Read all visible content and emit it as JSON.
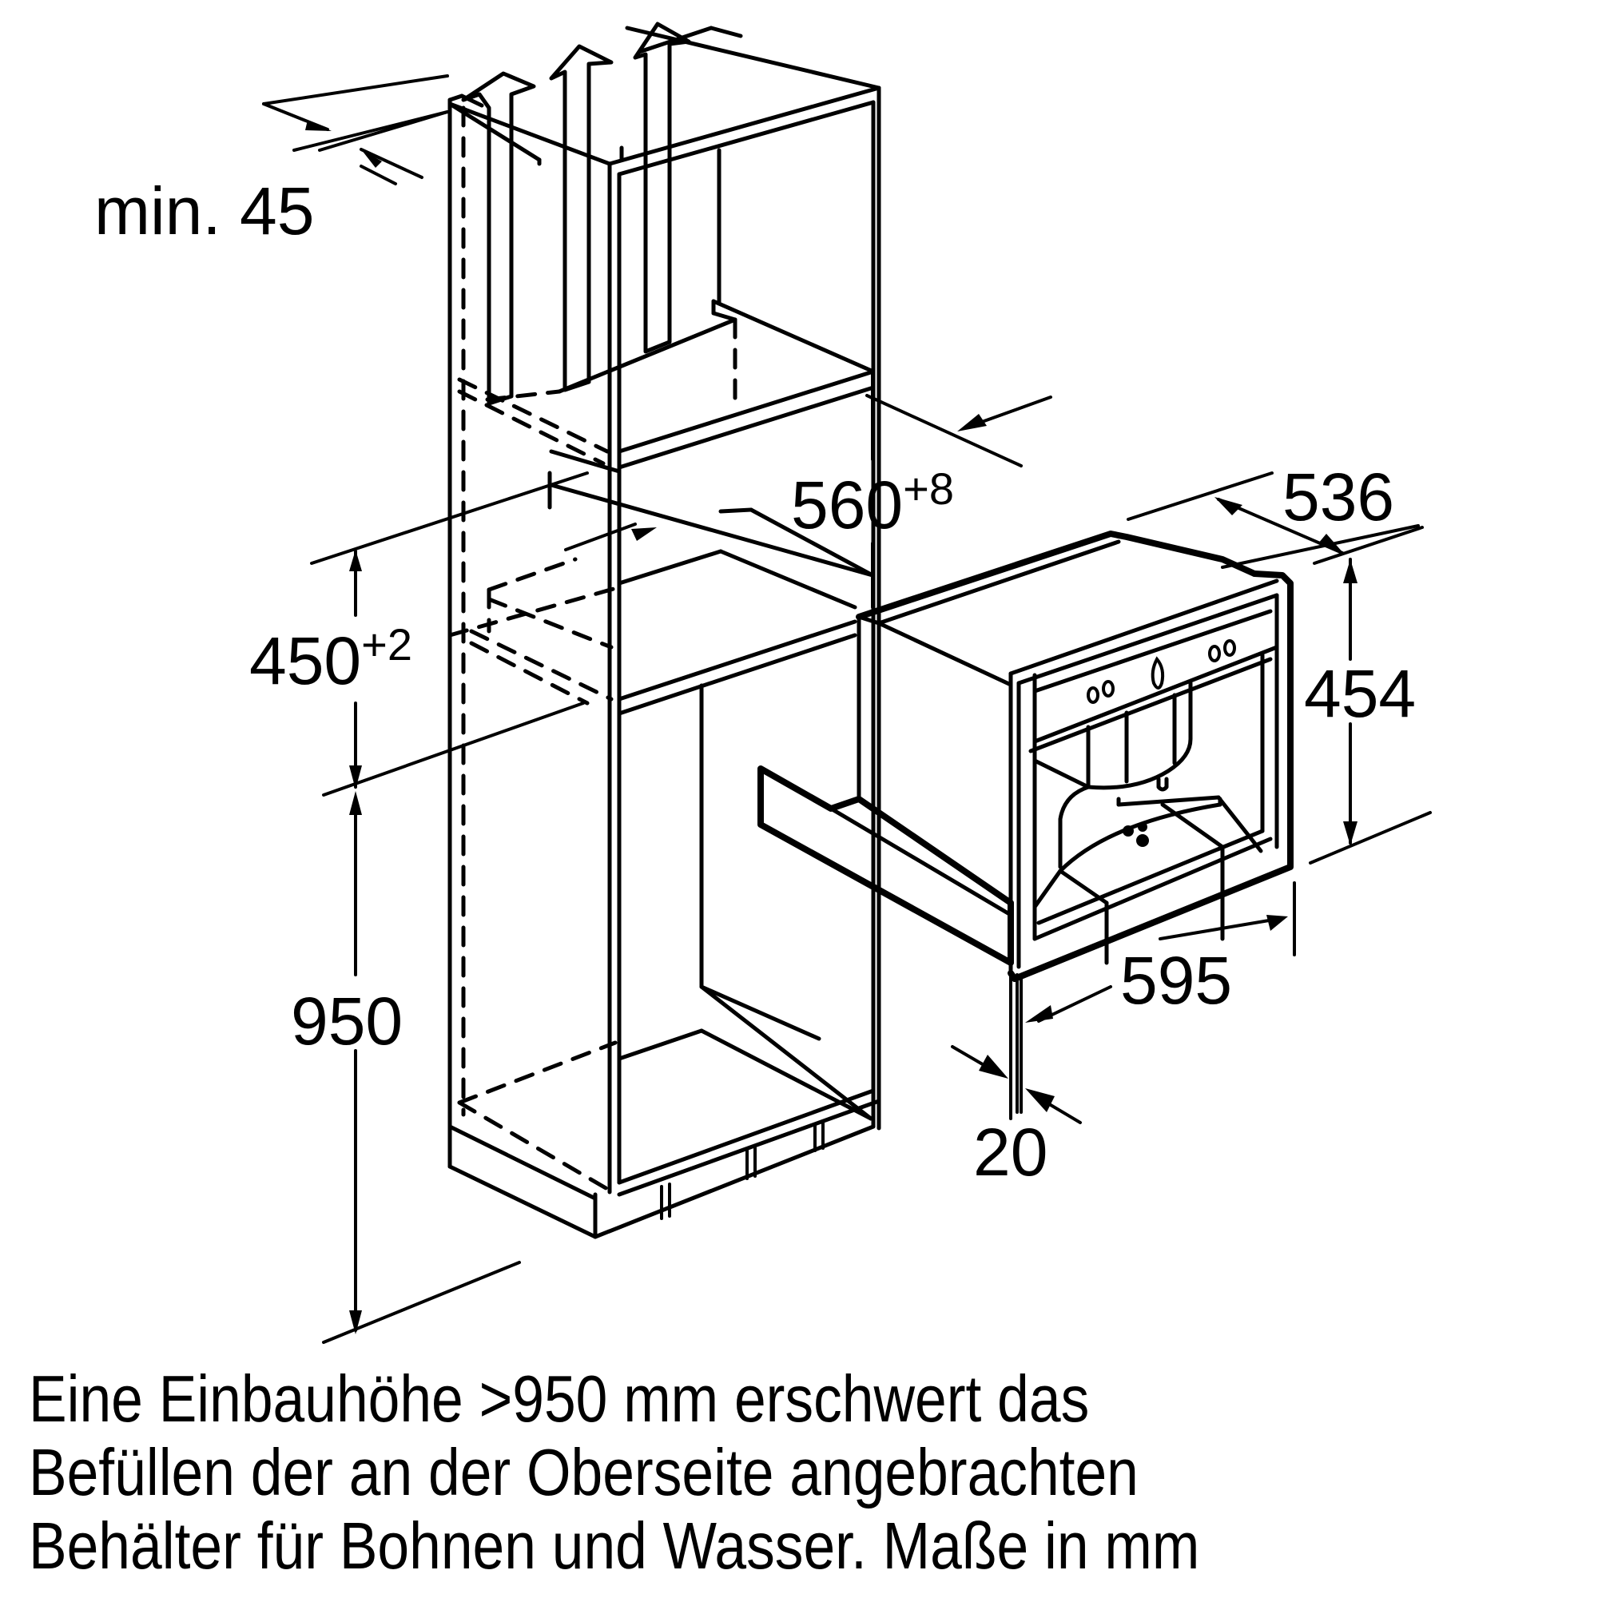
{
  "diagram": {
    "type": "installation-dimension-drawing",
    "subject": "built-in coffee machine in tall cabinet",
    "units": "mm",
    "colors": {
      "line": "#000000",
      "background": "#ffffff"
    }
  },
  "dimensions": {
    "ventilation_gap": {
      "label": "min. 45"
    },
    "niche_depth": {
      "value": "560",
      "tolerance": "+8"
    },
    "niche_height": {
      "value": "450",
      "tolerance": "+2"
    },
    "installation_height": {
      "value": "950"
    },
    "appliance_depth": {
      "value": "536"
    },
    "appliance_height": {
      "value": "454"
    },
    "appliance_width": {
      "value": "595"
    },
    "front_projection": {
      "value": "20"
    }
  },
  "note": {
    "lines": [
      "Eine Einbauhöhe >950 mm erschwert das",
      "Befüllen der an der Oberseite angebrachten",
      "Behälter für Bohnen und Wasser.  Maße in mm"
    ]
  }
}
